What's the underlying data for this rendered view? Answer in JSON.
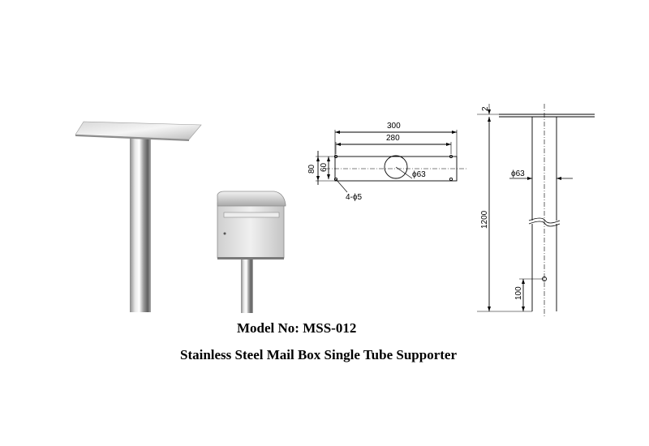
{
  "captions": {
    "model": "Model No: MSS-012",
    "description": "Stainless Steel Mail Box Single Tube Supporter"
  },
  "plate_drawing": {
    "overall_length": "300",
    "hole_spacing": "280",
    "overall_width": "80",
    "hole_width_spacing": "60",
    "center_hole": "ϕ63",
    "corner_holes": "4-ϕ5"
  },
  "tube_drawing": {
    "plate_thickness": "2",
    "tube_diameter": "ϕ63",
    "total_height": "1200",
    "hole_height": "100"
  },
  "colors": {
    "steel_light": "#f4f4f4",
    "steel_mid": "#c9c9c9",
    "steel_dark": "#6e6e6e",
    "line": "#000000"
  }
}
